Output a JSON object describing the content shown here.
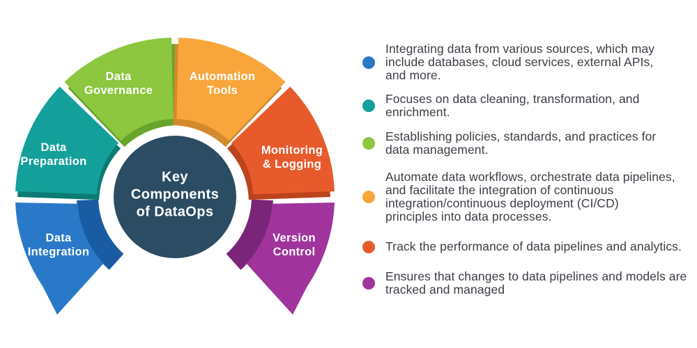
{
  "diagram": {
    "title": "Key Components of DataOps",
    "center": {
      "label": "Key\nComponents\nof DataOps",
      "color": "#2B4C62",
      "text_color": "#ffffff"
    },
    "segments": [
      {
        "id": "data-integration",
        "label": "Data\nIntegration",
        "color": "#2979C8",
        "dark": "#1A5CA3"
      },
      {
        "id": "data-preparation",
        "label": "Data\nPreparation",
        "color": "#14A09A",
        "dark": "#0C7B74"
      },
      {
        "id": "data-governance",
        "label": "Data\nGovernance",
        "color": "#8DC63F",
        "dark": "#68A42B"
      },
      {
        "id": "automation-tools",
        "label": "Automation\nTools",
        "color": "#F8A63C",
        "dark": "#D3892D"
      },
      {
        "id": "monitoring-logging",
        "label": "Monitoring\n& Logging",
        "color": "#E75A2B",
        "dark": "#BC431C"
      },
      {
        "id": "version-control",
        "label": "Version\nControl",
        "color": "#A0349C",
        "dark": "#7B2578"
      }
    ]
  },
  "legend": {
    "items": [
      {
        "id": "data-integration",
        "color": "#2979C8",
        "text": "Integrating data from various sources, which may\ninclude databases, cloud services, external APIs,\nand more."
      },
      {
        "id": "data-preparation",
        "color": "#14A09A",
        "text": "Focuses on data cleaning, transformation, and\nenrichment."
      },
      {
        "id": "data-governance",
        "color": "#8DC63F",
        "text": "Establishing policies, standards, and practices for\ndata management."
      },
      {
        "id": "automation-tools",
        "color": "#F8A63C",
        "text": "Automate data workflows, orchestrate data pipelines,\nand facilitate the integration of continuous\nintegration/continuous deployment (CI/CD)\nprinciples into data processes."
      },
      {
        "id": "monitoring-logging",
        "color": "#E75A2B",
        "text": "Track the performance of data pipelines and analytics."
      },
      {
        "id": "version-control",
        "color": "#A0349C",
        "text": "Ensures that changes to data pipelines and models are\ntracked and managed"
      }
    ]
  }
}
